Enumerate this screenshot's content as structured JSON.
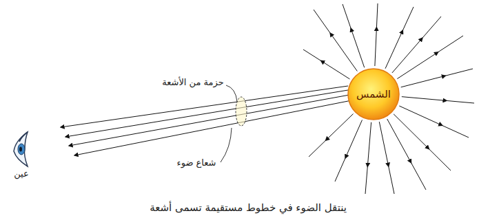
{
  "diagram": {
    "caption": "ينتقل الضوء في خطوط مستقيمة تسمى أشعة",
    "nodes": [
      {
        "text": [
          "الشمس"
        ]
      }
    ],
    "labels": [
      "حزمة من الأشعة",
      "شعاع ضوء",
      "عين"
    ]
  }
}
